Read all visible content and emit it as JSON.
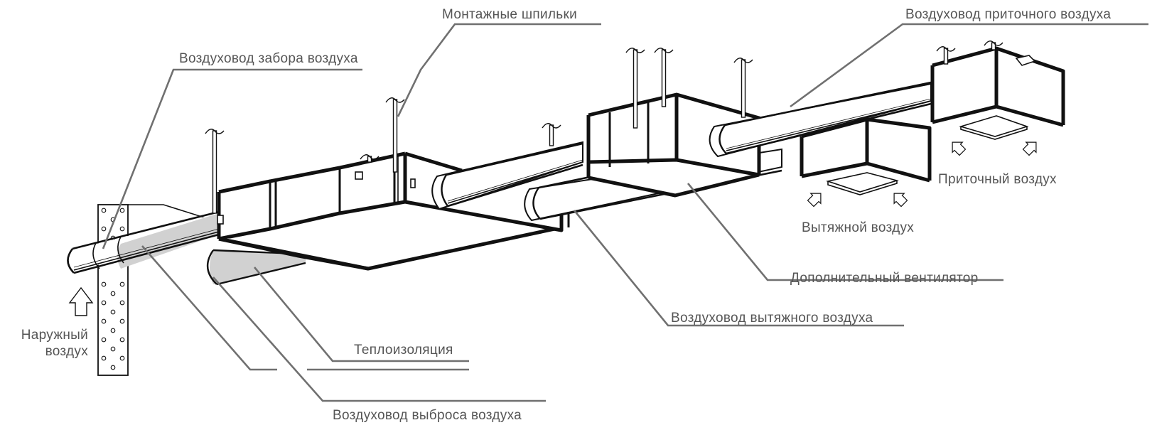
{
  "diagram": {
    "type": "ventilation-system-illustration",
    "labels": {
      "mounting_studs": "Монтажные шпильки",
      "intake_duct": "Воздуховод забора воздуха",
      "supply_duct": "Воздуховод приточного воздуха",
      "supply_air": "Приточный воздух",
      "exhaust_air": "Вытяжной воздух",
      "extra_fan": "Дополнительный вентилятор",
      "extract_duct": "Воздуховод вытяжного воздуха",
      "insulation": "Теплоизоляция",
      "discharge_duct": "Воздуховод выброса воздуха",
      "outside_air_line1": "Наружный",
      "outside_air_line2": "воздух"
    },
    "icons": [
      "arrow-up-icon",
      "diffuser-arrow-icon",
      "wall-perforated-icon"
    ],
    "colors": {
      "label_text": "#555555",
      "leader_line": "#707070",
      "outline": "#111111",
      "insulation_fill": "#d1d1d1"
    }
  }
}
